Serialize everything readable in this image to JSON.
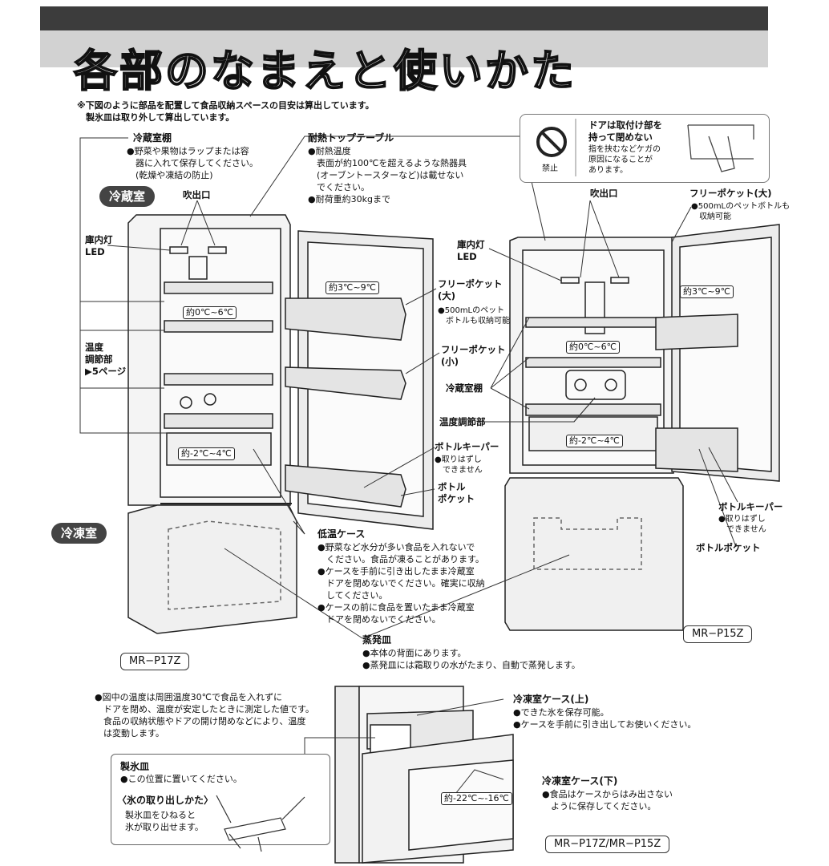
{
  "title": "各部のなまえと使いかた",
  "note_top": "※下図のように部品を配置して食品収納スペースの目安は算出しています。\n　製氷皿は取り外して算出しています。",
  "badges": {
    "refrigerator": "冷蔵室",
    "freezer": "冷凍室"
  },
  "refrigerator_shelf": {
    "heading": "冷蔵室棚",
    "body": "●野菜や果物はラップまたは容\n　器に入れて保存してください。\n　(乾燥や凍結の防止)"
  },
  "top_table": {
    "heading": "耐熱トップテーブル",
    "body": "●耐熱温度\n　表面が約100℃を超えるような熱器具\n　(オーブントースターなど)は載せない\n　でください。\n●耐荷重約30kgまで"
  },
  "warning": {
    "icon_label": "禁止",
    "heading": "ドアは取付け部を\n持って閉めない",
    "body": "指を挟むなどケガの\n原因になることが\nあります。"
  },
  "left_labels": {
    "outlet": "吹出口",
    "light": "庫内灯\nLED",
    "temp_control": "温度\n調節部\n▶5ページ",
    "free_pocket_large": "フリーポケット\n(大)",
    "free_pocket_large_note": "●500mLのペット\n　ボトルも収納可能",
    "free_pocket_small": "フリーポケット\n(小)",
    "bottle_keeper": "ボトルキーパー",
    "bottle_keeper_note": "●取りはずし\n　できません",
    "bottle_pocket": "ボトル\nポケット"
  },
  "right_labels": {
    "outlet": "吹出口",
    "light": "庫内灯\nLED",
    "free_pocket_large": "フリーポケット(大)",
    "free_pocket_large_note": "●500mLのペットボトルも\n　収納可能",
    "shelf": "冷蔵室棚",
    "temp_control": "温度調節部",
    "bottle_keeper": "ボトルキーパー",
    "bottle_keeper_note": "●取りはずし\n　できません",
    "bottle_pocket": "ボトルポケット"
  },
  "temps": {
    "door": "約3℃~9℃",
    "shelf": "約0℃~6℃",
    "low": "約-2℃~4℃",
    "freezer": "約-22℃~-16℃"
  },
  "low_case": {
    "heading": "低温ケース",
    "body": "●野菜など水分が多い食品を入れないで\n　ください。食品が凍ることがあります。\n●ケースを手前に引き出したまま冷蔵室\n　ドアを閉めないでください。確実に収納\n　してください。\n●ケースの前に食品を置いたまま冷蔵室\n　ドアを閉めないでください。"
  },
  "evap_tray": {
    "heading": "蒸発皿",
    "body": "●本体の背面にあります。\n●蒸発皿には霜取りの水がたまり、自動で蒸発します。"
  },
  "models": {
    "left": "MR−P17Z",
    "right": "MR−P15Z",
    "bottom": "MR−P17Z/MR−P15Z"
  },
  "temp_note": "●図中の温度は周囲温度30℃で食品を入れずに\n　ドアを閉め、温度が安定したときに測定した値です。\n　食品の収納状態やドアの開け閉めなどにより、温度\n　は変動します。",
  "ice_tray": {
    "heading": "製氷皿",
    "body": "●この位置に置いてください。",
    "subheading": "〈氷の取り出しかた〉",
    "sub_body": "製氷皿をひねると\n氷が取り出せます。"
  },
  "freezer_upper": {
    "heading": "冷凍室ケース(上)",
    "body": "●できた氷を保存可能。\n●ケースを手前に引き出してお使いください。"
  },
  "freezer_lower": {
    "heading": "冷凍室ケース(下)",
    "body": "●食品はケースからはみ出さない\n　ように保存してください。"
  }
}
